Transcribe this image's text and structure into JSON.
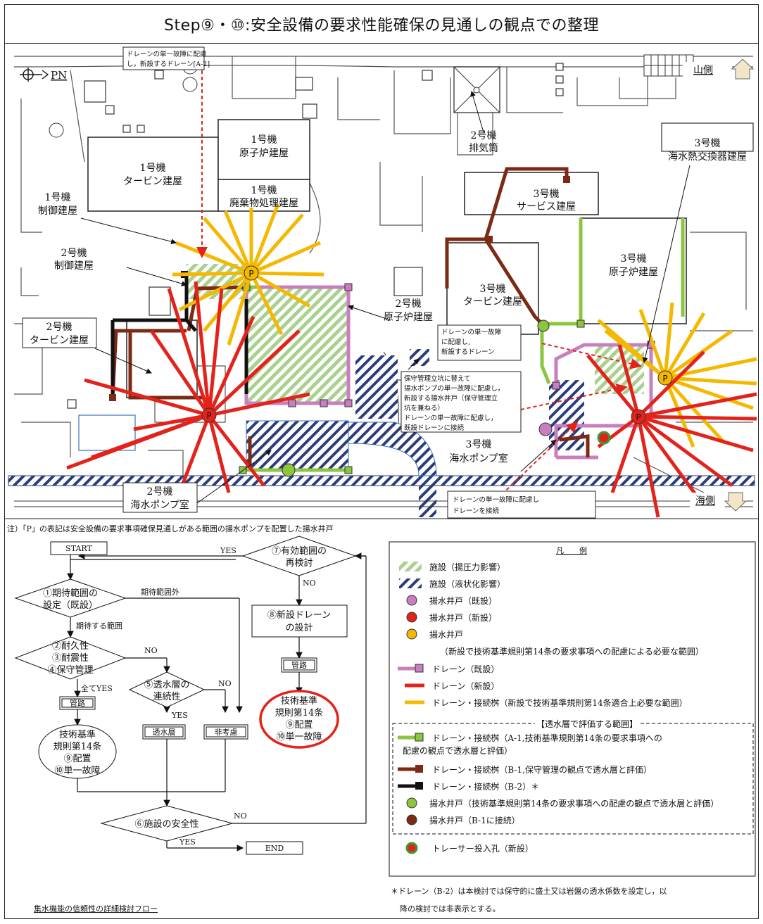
{
  "title": "Step⑨・⑩:安全設備の要求性能確保の見通しの観点での整理",
  "map": {
    "north_label": "PN",
    "mountain_side": "山側",
    "sea_side": "海側",
    "buildings": {
      "u1_turbine": [
        "1号機",
        "タービン建屋"
      ],
      "u1_reactor": [
        "1号機",
        "原子炉建屋"
      ],
      "u1_waste": [
        "1号機",
        "廃棄物処理建屋"
      ],
      "u1_control": [
        "1号機",
        "制御建屋"
      ],
      "u2_control": [
        "2号機",
        "制御建屋"
      ],
      "u2_turbine": [
        "2号機",
        "タービン建屋"
      ],
      "u2_reactor": [
        "2号機",
        "原子炉建屋"
      ],
      "u2_stack": [
        "2号機",
        "排気筒"
      ],
      "u2_seawater": [
        "2号機",
        "海水ポンプ室"
      ],
      "u3_service": [
        "3号機",
        "サービス建屋"
      ],
      "u3_turbine": [
        "3号機",
        "タービン建屋"
      ],
      "u3_reactor": [
        "3号機",
        "原子炉建屋"
      ],
      "u3_hx": [
        "3号機",
        "海水熱交換器建屋"
      ],
      "u3_seawater": [
        "3号機",
        "海水ポンプ室"
      ]
    },
    "callouts": {
      "drain_a2": [
        "ドレーンの単一故障に配慮",
        "し，新設するドレーン[A-2]"
      ],
      "drain_new": [
        "ドレーンの単一故障",
        "に配慮し,",
        "新設するドレーン"
      ],
      "well_replace": [
        "保守管理立坑に替えて",
        "揚水ポンプの単一故障に配慮し，",
        "新設する揚水井戸（保守管理立",
        "坑を兼ねる）",
        "ドレーンの単一故障に配慮し，",
        "既設ドレーンに接続"
      ],
      "drain_connect": [
        "ドレーンの単一故障に配慮し",
        "ドレーンを接続"
      ]
    },
    "pump_marker": "P",
    "note": "注）「P」の表記は安全設備の要求事項確保見通しがある範囲の揚水ポンプを配置した揚水井戸"
  },
  "flow": {
    "start": "START",
    "end": "END",
    "d1": [
      "①期待範囲の",
      "設定（既設）"
    ],
    "d1_out": "期待範囲外",
    "d1_in": "期待する範囲",
    "d2": [
      "②耐久性",
      "③耐震性",
      "④保守管理"
    ],
    "d2_yes": "全てYES",
    "d2_no": "NO",
    "d5": [
      "⑤透水層の",
      "連続性"
    ],
    "d5_no": "NO",
    "d5_yes": "YES",
    "d6": "⑥施設の安全性",
    "d6_no": "NO",
    "d6_yes": "YES",
    "d7": [
      "⑦有効範囲の",
      "再検討"
    ],
    "d7_yes": "YES",
    "d7_no": "NO",
    "box8": [
      "⑧新設ドレーン",
      "の設計"
    ],
    "pipe1": "管路",
    "pipe2": "管路",
    "permeable": "透水層",
    "nonconsider": "非考慮",
    "std1": [
      "技術基準",
      "規則第14条",
      "⑨配置",
      "⑩単一故障"
    ],
    "std2": [
      "技術基準",
      "規則第14条",
      "⑨配置",
      "⑩単一故障"
    ],
    "caption": "集水機能の信頼性の詳細検討フロー"
  },
  "legend": {
    "title": "凡　　例",
    "items": [
      "施設（揚圧力影響）",
      "施設（液状化影響）",
      "揚水井戸（既設）",
      "揚水井戸（新設）",
      "揚水井戸",
      "（新設で技術基準規則第14条の要求事項への配慮による必要な範囲）",
      "ドレーン（既設）",
      "ドレーン（新設）",
      "ドレーン・接続桝（新設で技術基準規則第14条適合上必要な範囲）"
    ],
    "sub_title": "【透水層で評価する範囲】",
    "sub_items": [
      "ドレーン・接続桝（A-1,技術基準規則第14条の要求事項への",
      "配慮の観点で透水層と評価）",
      "ドレーン・接続桝（B-1,保守管理の観点で透水層と評価）",
      "ドレーン・接続桝（B-2）＊",
      "揚水井戸（技術基準規則第14条の要求事項への配慮の観点で透水層と評価）",
      "揚水井戸（B-1に接続）"
    ],
    "tracer": "トレーサー投入孔（新設）",
    "footnote": [
      "＊ドレーン（B-2）は本検討では保守的に盛土又は岩盤の透水係数を設定し，以",
      "降の検討では非表示とする。"
    ]
  },
  "colors": {
    "green": "#8cc63f",
    "brown": "#7b2a14",
    "red": "#e3231b",
    "orange": "#f5b800",
    "purple": "#c87fc0",
    "navy": "#2a3d7a",
    "black": "#111111"
  }
}
